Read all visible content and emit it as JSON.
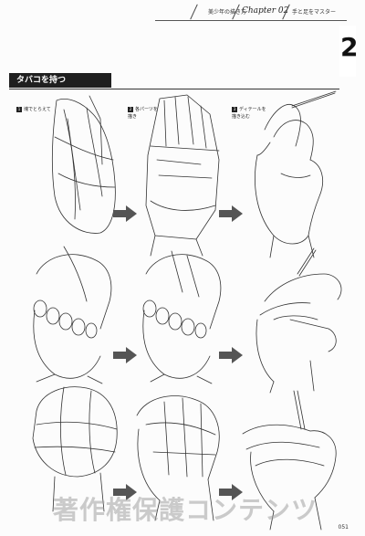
{
  "header": {
    "book_title": "美少年の描き方",
    "chapter": "Chapter 02",
    "section": "手と足をマスター",
    "side_tab_number": "2"
  },
  "section_title": "タバコを持つ",
  "steps": [
    {
      "num": "1",
      "text": "塊でとらえて"
    },
    {
      "num": "2",
      "text": "各パーツを\n描き"
    },
    {
      "num": "3",
      "text": "ディテールを\n描き込む"
    }
  ],
  "watermark": "著作権保護コンテンツ",
  "page_number": "051",
  "colors": {
    "ink": "#333333",
    "title_bg": "#1f1f1f",
    "arrow": "#555555"
  },
  "icons": [
    "right-arrow-icon",
    "right-arrow-icon",
    "right-arrow-icon",
    "right-arrow-icon",
    "right-arrow-icon",
    "right-arrow-icon"
  ]
}
